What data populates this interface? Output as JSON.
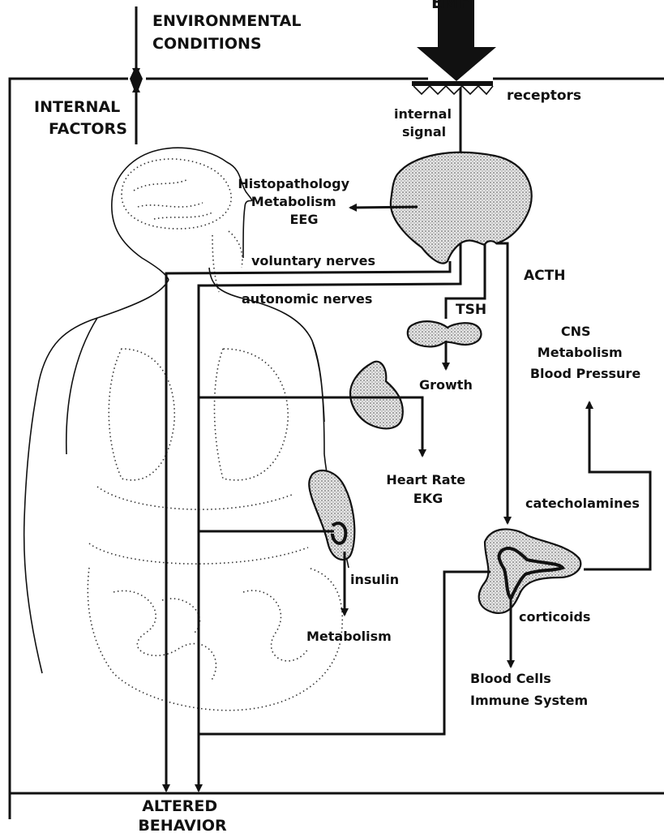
{
  "labels": {
    "top_source": "EMF",
    "environmental": [
      "ENVIRONMENTAL",
      "CONDITIONS"
    ],
    "internal": [
      "INTERNAL",
      "FACTORS"
    ],
    "receptors": "receptors",
    "internal_signal": [
      "internal",
      "signal"
    ],
    "brain_effects": [
      "Histopathology",
      "Metabolism",
      "EEG"
    ],
    "voluntary": "voluntary nerves",
    "autonomic": "autonomic nerves",
    "acth": "ACTH",
    "tsh": "TSH",
    "growth": "Growth",
    "cns": [
      "CNS",
      "Metabolism",
      "Blood Pressure"
    ],
    "heart": [
      "Heart Rate",
      "EKG"
    ],
    "catecholamines": "catecholamines",
    "insulin": "insulin",
    "metabolism": "Metabolism",
    "corticoids": "corticoids",
    "blood": [
      "Blood Cells",
      "Immune System"
    ],
    "altered": [
      "ALTERED",
      "BEHAVIOR"
    ]
  }
}
